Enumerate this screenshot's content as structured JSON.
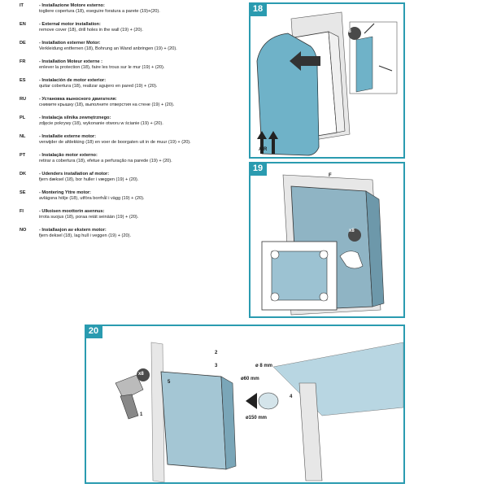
{
  "languages": [
    {
      "code": "IT",
      "title": "- Installazione Motore esterno:",
      "body": "togliere copertura (18), eseguire foratura a parete (19)+(20)."
    },
    {
      "code": "EN",
      "title": "- External motor installation:",
      "body": "remove cover (18), drill holes in the wall (19) + (20)."
    },
    {
      "code": "DE",
      "title": "- Installation externer Motor:",
      "body": "Verkleidung entfernen (18), Bohrung an Wand anbringen (19) + (20)."
    },
    {
      "code": "FR",
      "title": "- Installation Moteur externe :",
      "body": "enlever la protection (18), faire les trous sur le mur (19) + (20)."
    },
    {
      "code": "ES",
      "title": "- Instalación de motor exterior:",
      "body": "quitar cobertura (18), realizar agujero en pared (19) + (20)."
    },
    {
      "code": "RU",
      "title": "- Установка выносного двигателя:",
      "body": "снимите крышку (18), выполните отверстия на стене (19) + (20)."
    },
    {
      "code": "PL",
      "title": "- Instalacja silnika zewnętrznego:",
      "body": "zdjęcie pokrywy (18), wykonanie otworu w ścianie (19) + (20)."
    },
    {
      "code": "NL",
      "title": "- Installatie externe motor:",
      "body": "verwijder de afdekking (18) en voer de boorgaten uit in de muur (19) + (20)."
    },
    {
      "code": "PT",
      "title": "- Instalação motor externo:",
      "body": "retirar a cobertura (18), efetue a perfuração na parede (19) + (20)."
    },
    {
      "code": "DK",
      "title": "- Udenders installation af motor:",
      "body": "fjern dæksel (18), bor huller i væggen (19) + (20)."
    },
    {
      "code": "SE",
      "title": "- Montering Yttre motor:",
      "body": "avlägsna hölje (18), utföra borrhål i vägg (19) + (20)."
    },
    {
      "code": "FI",
      "title": "- Ulkoisen moottorin asennus:",
      "body": "irrota suojus (18), poraa reiät seinään (19) + (20)."
    },
    {
      "code": "NO",
      "title": "- Installasjon av ekstern motor:",
      "body": "fjern deksel (18), lag hull i veggen (19) + (20)."
    }
  ],
  "steps": {
    "s18": {
      "number": "18",
      "screws": "x8",
      "air": "AIR"
    },
    "s19": {
      "number": "19",
      "screws": "x8",
      "label_f": "F"
    },
    "s20": {
      "number": "20",
      "drill": "x8",
      "c1": "1",
      "c2": "2",
      "c3": "3",
      "c4": "4",
      "c5": "5",
      "d8": "ø 8 mm",
      "d60": "ø60 mm",
      "d150": "ø150 mm"
    }
  },
  "colors": {
    "accent": "#2a9bb0",
    "motor": "#6fb2c8",
    "housing": "#8fb4c4",
    "wall": "#e7e7e7"
  }
}
